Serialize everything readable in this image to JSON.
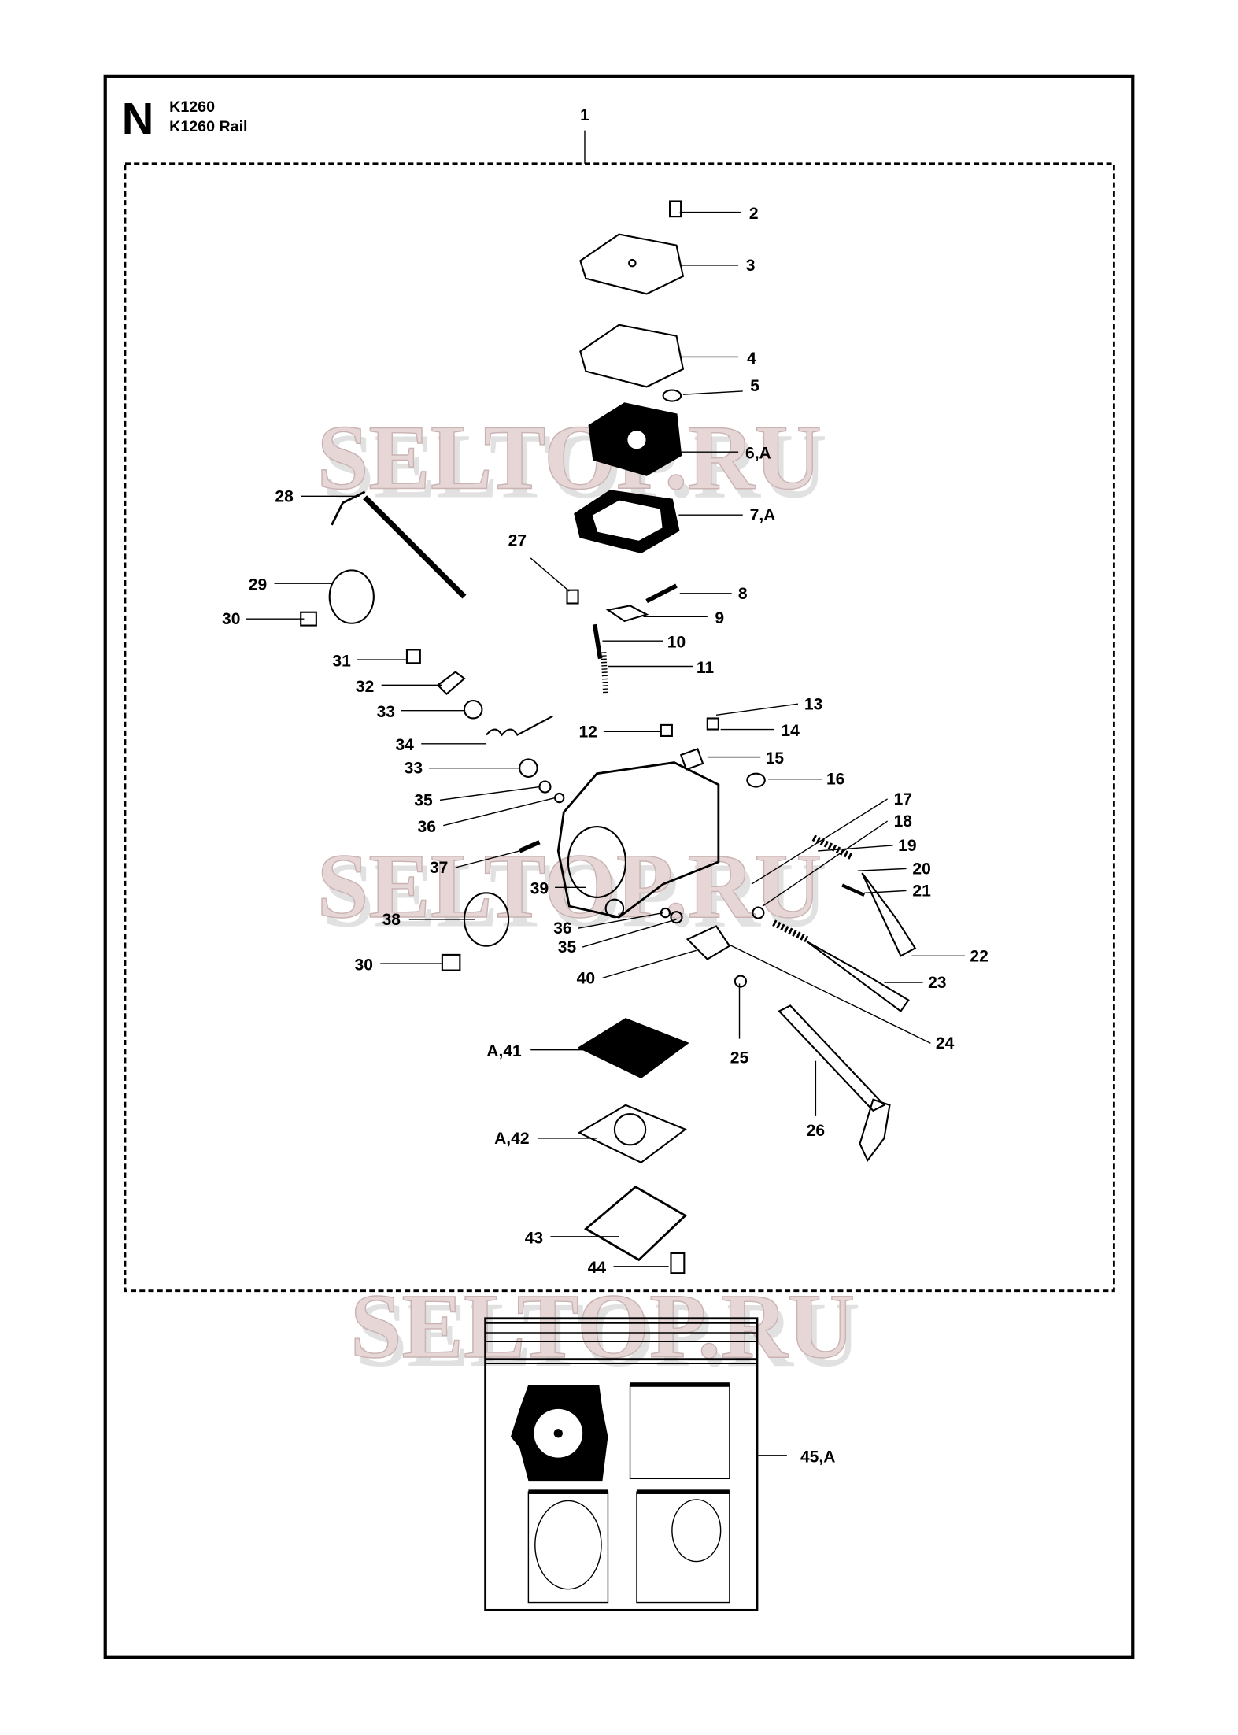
{
  "header": {
    "section_letter": "N",
    "models": [
      "K1260",
      "K1260 Rail"
    ]
  },
  "callouts": [
    "1",
    "2",
    "3",
    "4",
    "5",
    "6,A",
    "7,A",
    "8",
    "9",
    "10",
    "11",
    "12",
    "13",
    "14",
    "15",
    "16",
    "17",
    "18",
    "19",
    "20",
    "21",
    "22",
    "23",
    "24",
    "25",
    "26",
    "27",
    "28",
    "29",
    "30",
    "31",
    "32",
    "33",
    "34",
    "33",
    "35",
    "36",
    "37",
    "38",
    "39",
    "36",
    "35",
    "40",
    "30",
    "A,41",
    "A,42",
    "43",
    "44",
    "45,A"
  ],
  "watermark": "SELTOP.RU"
}
